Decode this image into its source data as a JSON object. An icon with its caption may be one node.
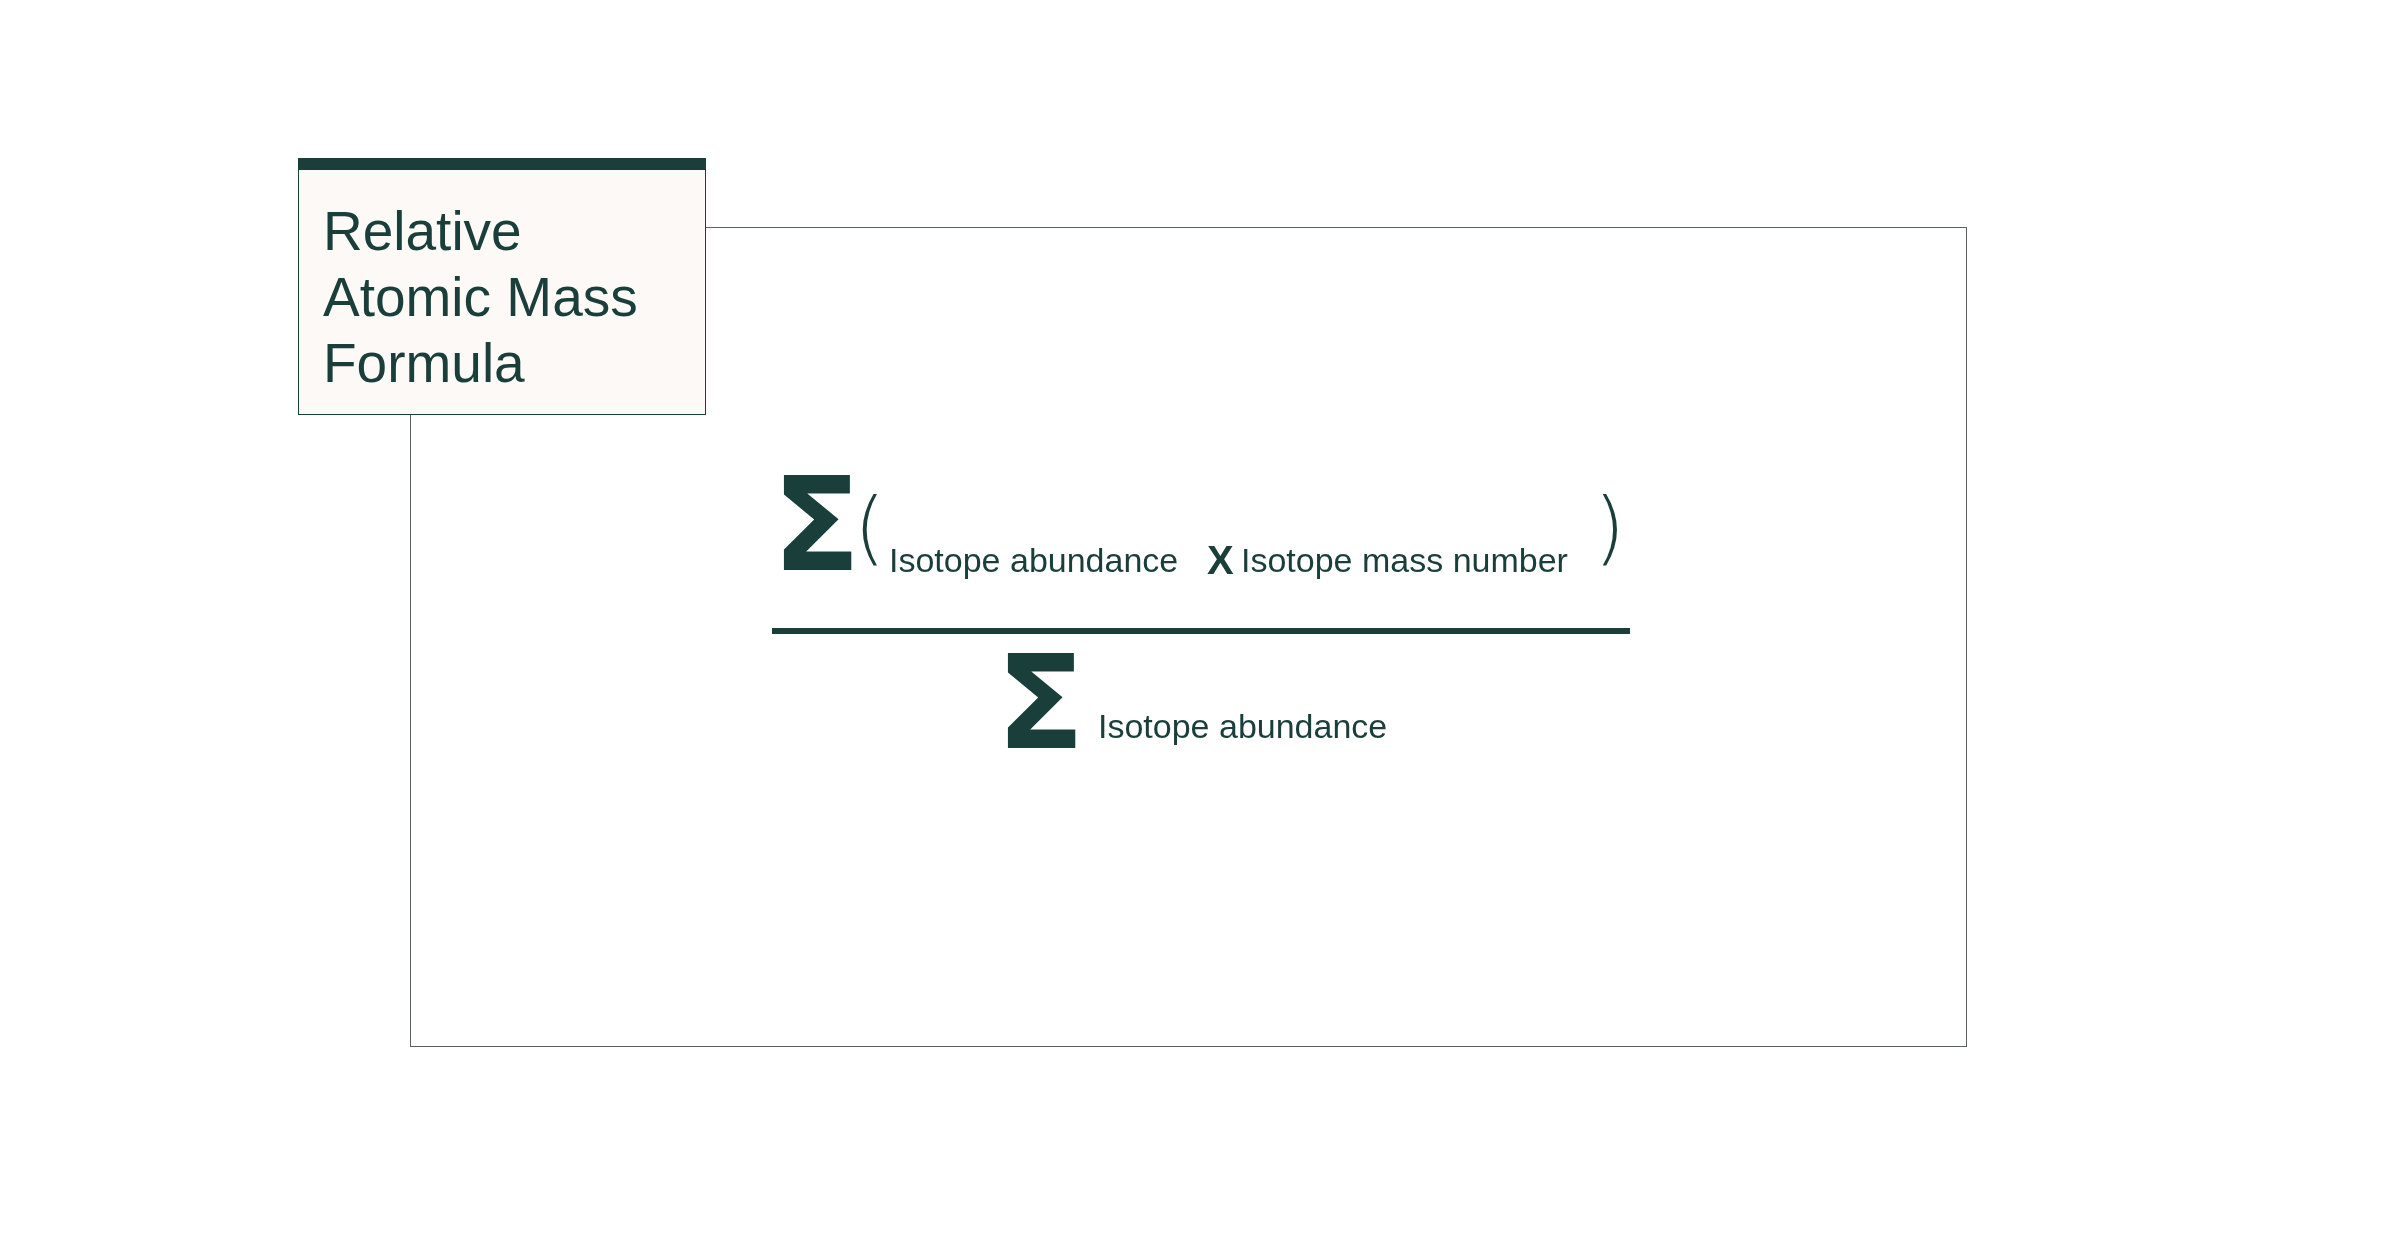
{
  "diagram": {
    "nodes": [
      {
        "text": [
          "Relative Atomic Mass Formula"
        ]
      },
      {
        "text": [
          "Σ",
          "(",
          "Isotope abundance",
          "X",
          "Isotope mass number",
          ")",
          "Σ",
          "Isotope abundance"
        ]
      }
    ],
    "edges": []
  }
}
